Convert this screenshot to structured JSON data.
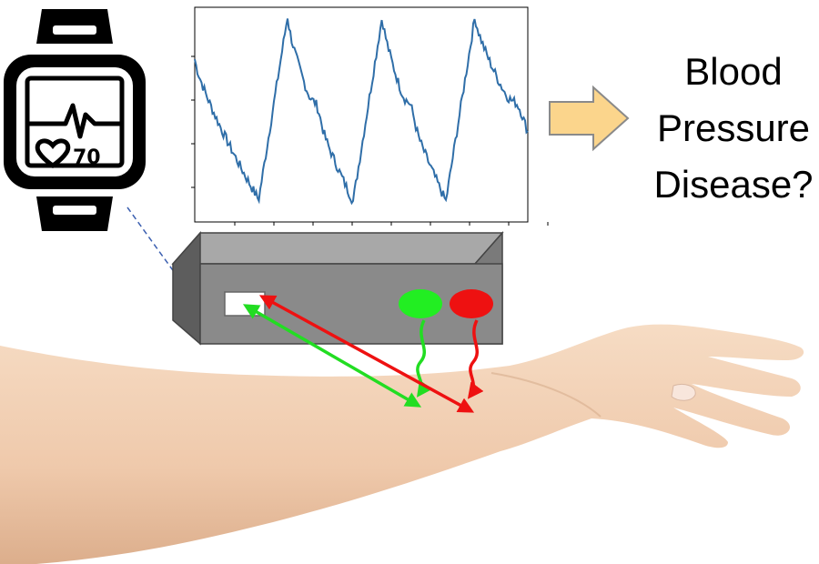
{
  "watch": {
    "icon": "smartwatch-heart-rate-icon",
    "reading": "70"
  },
  "signal_plot": {
    "icon": "ppg-waveform",
    "line_color": "#2f6ea8"
  },
  "sensor": {
    "body_color": "#8a8a8a",
    "window": "photodetector"
  },
  "leds": {
    "green": "#22ee22",
    "red": "#ee1111"
  },
  "arrow_icon": "right-arrow-icon",
  "result": {
    "line1": "Blood",
    "line2": "Pressure",
    "line3": "Disease?"
  },
  "arm": {
    "skin_color": "#f0cfb2"
  }
}
